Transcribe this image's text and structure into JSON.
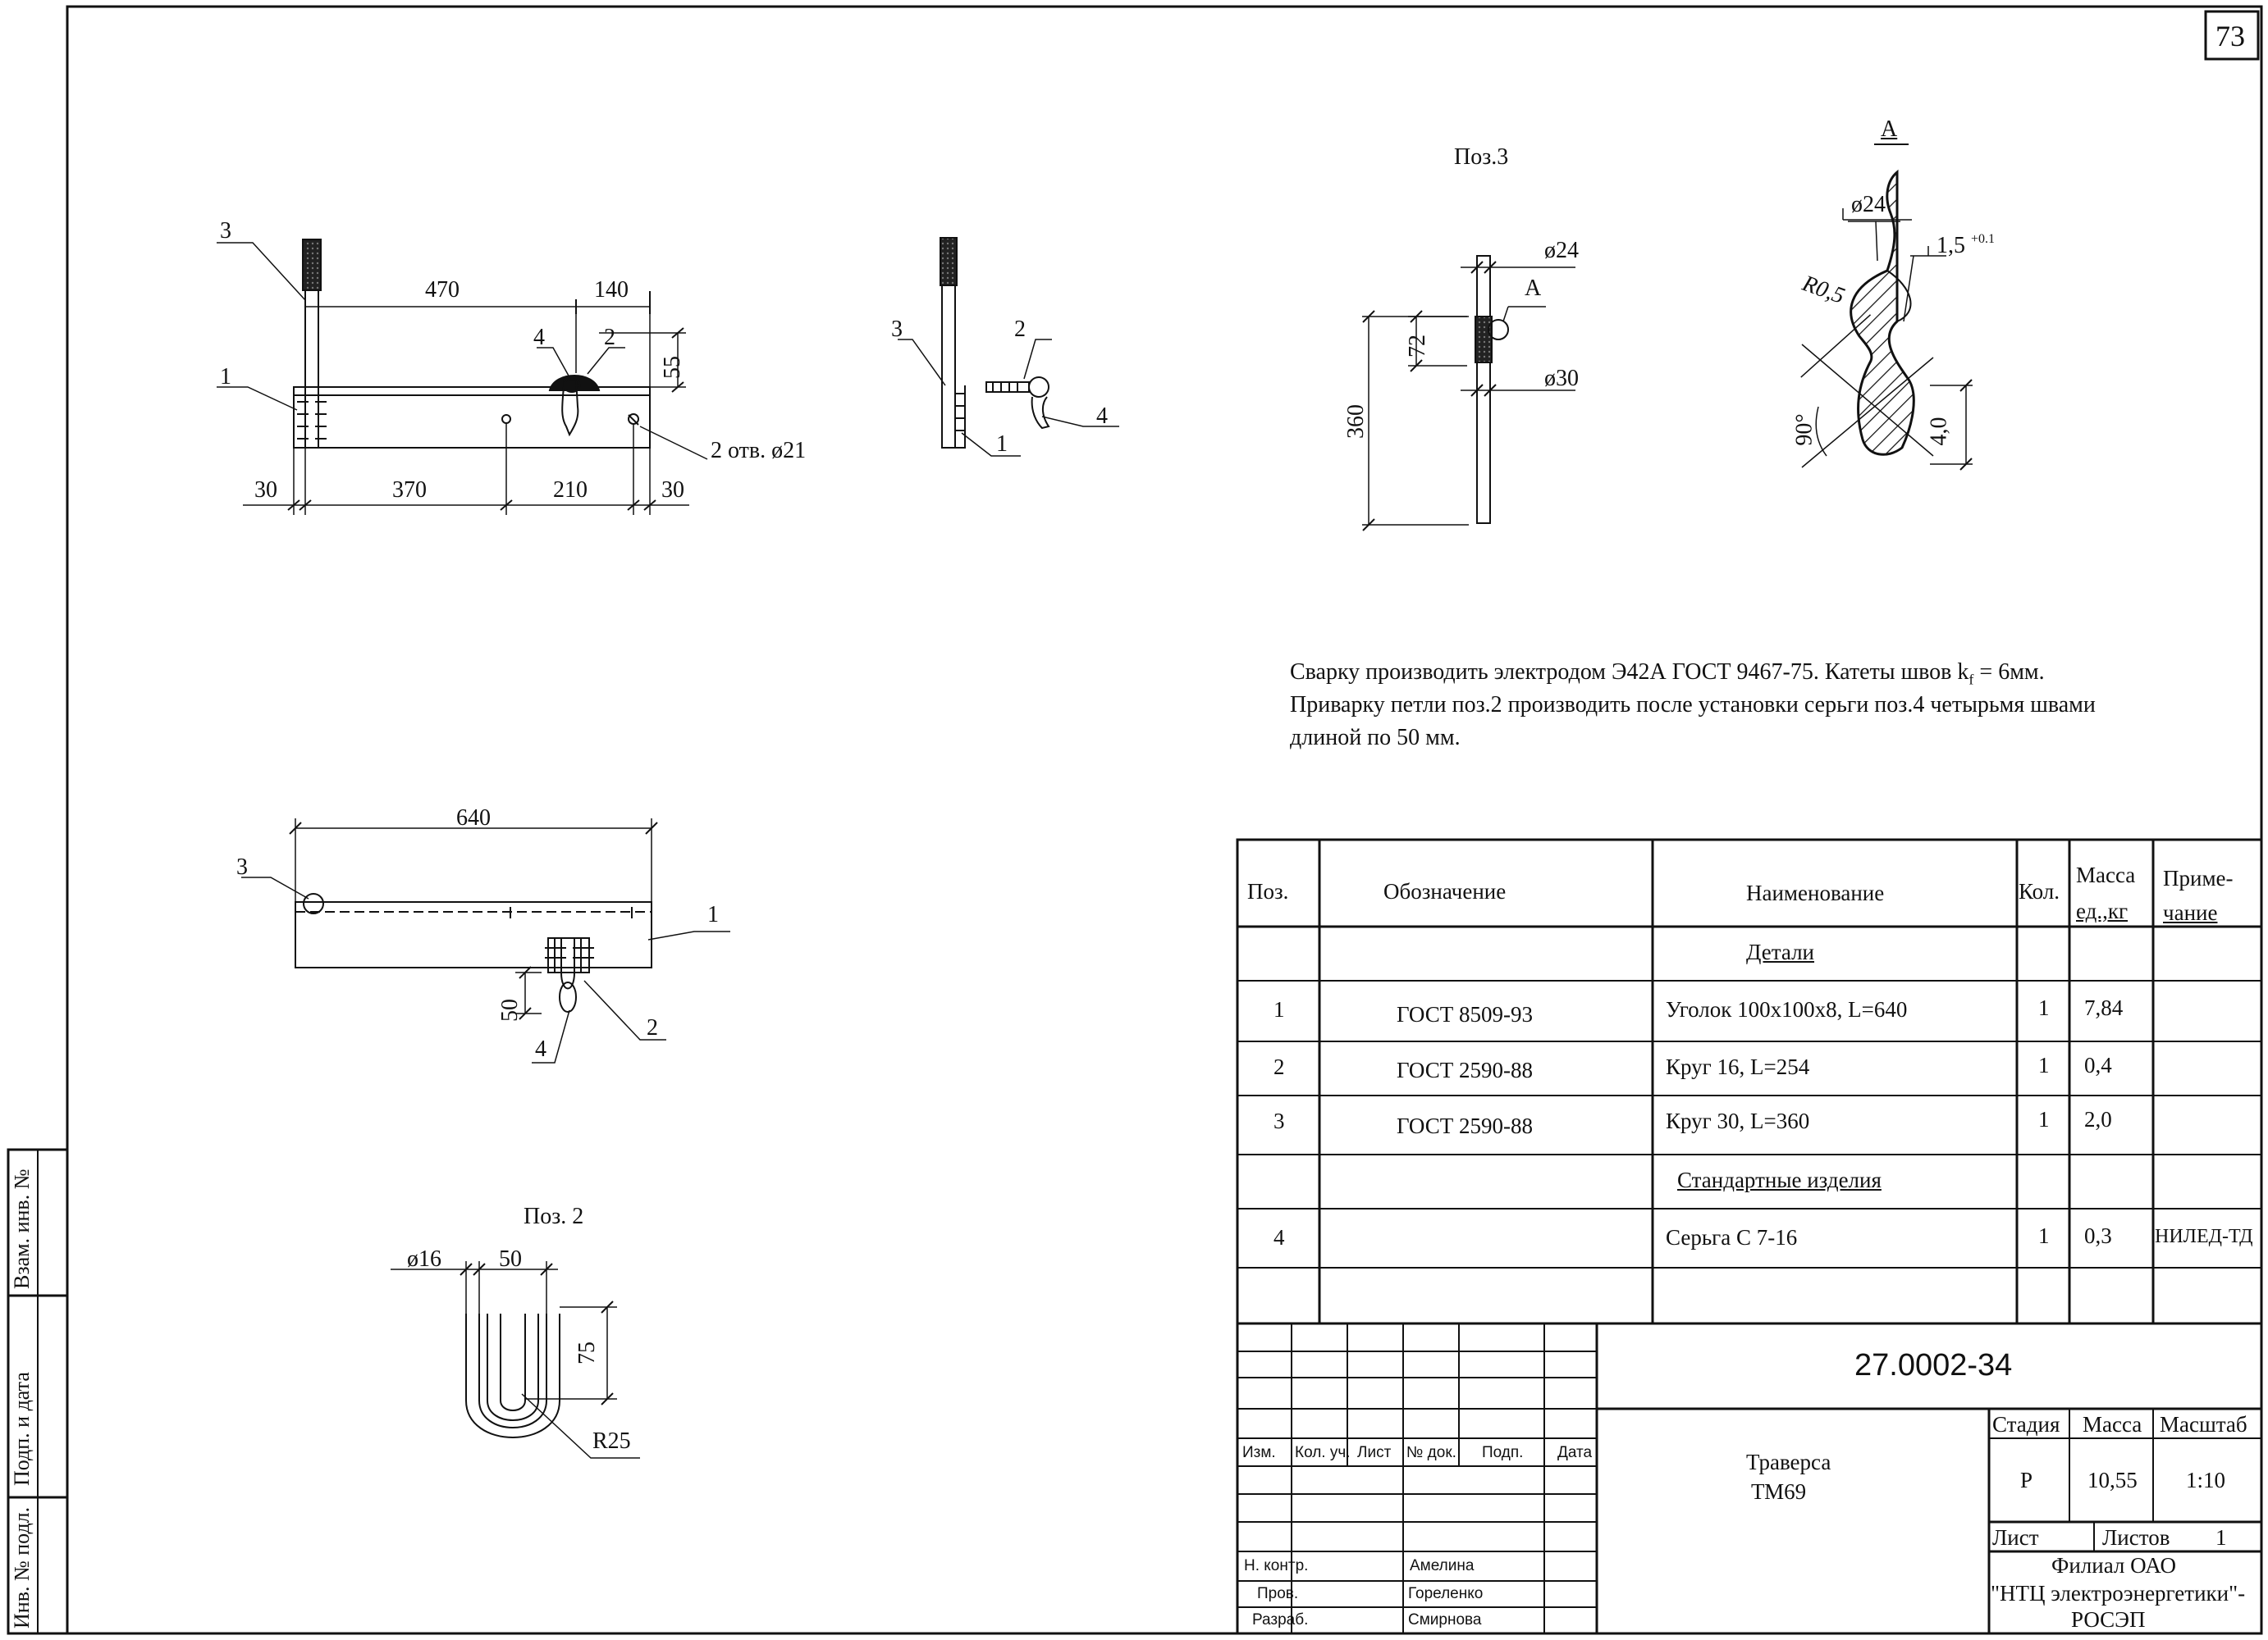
{
  "sheet": {
    "page_number": "73"
  },
  "views": {
    "main": {
      "dims": {
        "top_470": "470",
        "top_140": "140",
        "h_55": "55",
        "bot_30a": "30",
        "bot_370": "370",
        "bot_210": "210",
        "bot_30b": "30",
        "holes": "2 отв.  ø21"
      },
      "callouts": {
        "c3": "3",
        "c1": "1",
        "c4": "4",
        "c2": "2"
      }
    },
    "side": {
      "callouts": {
        "c3": "3",
        "c2": "2",
        "c1": "1",
        "c4": "4"
      }
    },
    "poz3": {
      "title": "Поз.3",
      "dims": {
        "d24": "ø24",
        "d30": "ø30",
        "len360": "360",
        "len72": "72",
        "ref_a": "А"
      }
    },
    "detail_a": {
      "title": "А",
      "dims": {
        "d24": "ø24",
        "d15": "1,5",
        "d15_sup": "+0.1",
        "r05": "R0,5",
        "angle": "90°",
        "d40": "4,0"
      }
    },
    "plan": {
      "dims": {
        "len640": "640",
        "h50": "50"
      },
      "callouts": {
        "c3": "3",
        "c1": "1",
        "c4": "4",
        "c2": "2"
      }
    },
    "poz2": {
      "title": "Поз. 2",
      "dims": {
        "d16": "ø16",
        "w50": "50",
        "h75": "75",
        "r25": "R25"
      }
    }
  },
  "notes": {
    "line1": "Сварку производить электродом Э42А ГОСТ 9467-75.  Катеты швов k",
    "line1_sub": "f",
    "line1_end": " = 6мм.",
    "line2": "Приварку петли поз.2 производить после установки серьги поз.4 четырьмя швами",
    "line3": "длиной по 50 мм."
  },
  "spec_table": {
    "headers": {
      "pos": "Поз.",
      "designation": "Обозначение",
      "name": "Наименование",
      "qty": "Кол.",
      "mass1": "Масса",
      "mass2": "ед.,кг",
      "note1": "Приме-",
      "note2": "чание"
    },
    "section_parts": "Детали",
    "section_standard": "Стандартные изделия",
    "rows": [
      {
        "pos": "1",
        "designation": "ГОСТ 8509-93",
        "name": "Уголок 100х100х8, L=640",
        "qty": "1",
        "mass": "7,84",
        "note": ""
      },
      {
        "pos": "2",
        "designation": "ГОСТ 2590-88",
        "name": "Круг 16, L=254",
        "qty": "1",
        "mass": "0,4",
        "note": ""
      },
      {
        "pos": "3",
        "designation": "ГОСТ 2590-88",
        "name": "Круг 30, L=360",
        "qty": "1",
        "mass": "2,0",
        "note": ""
      },
      {
        "pos": "4",
        "designation": "",
        "name": "Серьга С 7-16",
        "qty": "1",
        "mass": "0,3",
        "note": "НИЛЕД-ТД"
      }
    ]
  },
  "title_block": {
    "doc_number": "27.0002-34",
    "title_line1": "Траверса",
    "title_line2": "ТМ69",
    "stage_label": "Стадия",
    "mass_label": "Масса",
    "scale_label": "Масштаб",
    "stage": "Р",
    "mass": "10,55",
    "scale": "1:10",
    "sheet_label": "Лист",
    "sheets_label": "Листов",
    "sheets": "1",
    "org1": "Филиал ОАО",
    "org2": "\"НТЦ электроэнергетики\"-",
    "org3": "РОСЭП",
    "rev_headers": {
      "izm": "Изм.",
      "kol": "Кол. уч.",
      "list": "Лист",
      "doc": "№ док.",
      "sign": "Подп.",
      "date": "Дата"
    },
    "signatures": [
      {
        "role": "Н. контр.",
        "name": "Амелина"
      },
      {
        "role": "Пров.",
        "name": "Гореленко"
      },
      {
        "role": "Разраб.",
        "name": "Смирнова"
      }
    ]
  },
  "side_stamp": {
    "vzam": "Взам. инв. №",
    "podp": "Подп. и дата",
    "inv": "Инв. № подл."
  }
}
